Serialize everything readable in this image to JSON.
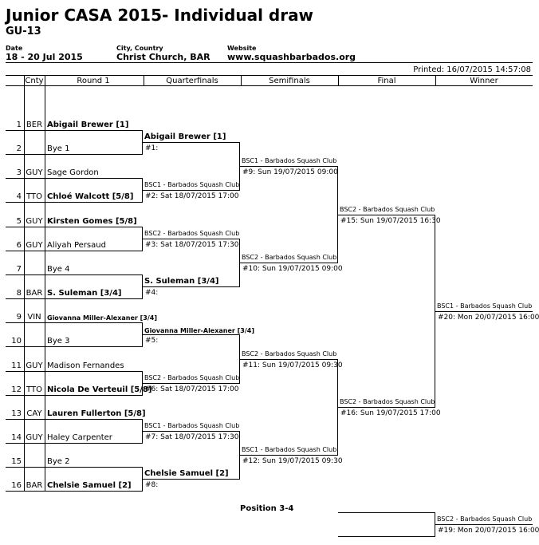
{
  "header": {
    "title": "Junior CASA 2015- Individual draw",
    "subtitle": "GU-13",
    "date_label": "Date",
    "date_value": "18 - 20 Jul 2015",
    "location_label": "City, Country",
    "location_value": "Christ Church, BAR",
    "website_label": "Website",
    "website_value": "www.squashbarbados.org",
    "printed": "Printed: 16/07/2015 14:57:08"
  },
  "columns": {
    "cnty": "Cnty",
    "round1": "Round 1",
    "quarterfinals": "Quarterfinals",
    "semifinals": "Semifinals",
    "final": "Final",
    "winner": "Winner"
  },
  "players": [
    {
      "num": "1",
      "cnty": "BER",
      "name": "Abigail Brewer [1]"
    },
    {
      "num": "2",
      "cnty": "",
      "name": "Bye 1"
    },
    {
      "num": "3",
      "cnty": "GUY",
      "name": "Sage Gordon"
    },
    {
      "num": "4",
      "cnty": "TTO",
      "name": "Chloé Walcott [5/8]"
    },
    {
      "num": "5",
      "cnty": "GUY",
      "name": "Kirsten Gomes [5/8]"
    },
    {
      "num": "6",
      "cnty": "GUY",
      "name": "Aliyah Persaud"
    },
    {
      "num": "7",
      "cnty": "",
      "name": "Bye 4"
    },
    {
      "num": "8",
      "cnty": "BAR",
      "name": "S. Suleman [3/4]"
    },
    {
      "num": "9",
      "cnty": "VIN",
      "name": "Giovanna Miller-Alexaner [3/4]"
    },
    {
      "num": "10",
      "cnty": "",
      "name": "Bye 3"
    },
    {
      "num": "11",
      "cnty": "GUY",
      "name": "Madison Fernandes"
    },
    {
      "num": "12",
      "cnty": "TTO",
      "name": "Nicola De Verteuil [5/8]"
    },
    {
      "num": "13",
      "cnty": "CAY",
      "name": "Lauren Fullerton [5/8]"
    },
    {
      "num": "14",
      "cnty": "GUY",
      "name": "Haley Carpenter"
    },
    {
      "num": "15",
      "cnty": "",
      "name": "Bye 2"
    },
    {
      "num": "16",
      "cnty": "BAR",
      "name": "Chelsie Samuel [2]"
    }
  ],
  "quarterfinals": [
    {
      "winner": "Abigail Brewer [1]",
      "venue": "",
      "match": "#1:"
    },
    {
      "winner": "",
      "venue": "BSC1 - Barbados Squash Club",
      "match": "#2: Sat 18/07/2015 17:00"
    },
    {
      "winner": "",
      "venue": "BSC2 - Barbados Squash Club",
      "match": "#3: Sat 18/07/2015 17:30"
    },
    {
      "winner": "S. Suleman [3/4]",
      "venue": "",
      "match": "#4:"
    },
    {
      "winner": "Giovanna Miller-Alexaner [3/4]",
      "venue": "",
      "match": "#5:"
    },
    {
      "winner": "",
      "venue": "BSC2 - Barbados Squash Club",
      "match": "#6: Sat 18/07/2015 17:00"
    },
    {
      "winner": "",
      "venue": "BSC1 - Barbados Squash Club",
      "match": "#7: Sat 18/07/2015 17:30"
    },
    {
      "winner": "Chelsie Samuel [2]",
      "venue": "",
      "match": "#8:"
    }
  ],
  "semifinals": [
    {
      "venue": "BSC1 - Barbados Squash Club",
      "match": "#9: Sun 19/07/2015 09:00"
    },
    {
      "venue": "BSC2 - Barbados Squash Club",
      "match": "#10: Sun 19/07/2015 09:00"
    },
    {
      "venue": "BSC2 - Barbados Squash Club",
      "match": "#11: Sun 19/07/2015 09:30"
    },
    {
      "venue": "BSC1 - Barbados Squash Club",
      "match": "#12: Sun 19/07/2015 09:30"
    }
  ],
  "finals": [
    {
      "venue": "BSC2 - Barbados Squash Club",
      "match": "#15: Sun 19/07/2015 16:30"
    },
    {
      "venue": "BSC2 - Barbados Squash Club",
      "match": "#16: Sun 19/07/2015 17:00"
    }
  ],
  "winner_match": {
    "venue": "BSC1 - Barbados Squash Club",
    "match": "#20: Mon 20/07/2015 16:00"
  },
  "position34": {
    "title": "Position 3-4",
    "venue": "BSC2 - Barbados Squash Club",
    "match": "#19: Mon 20/07/2015 16:00"
  }
}
